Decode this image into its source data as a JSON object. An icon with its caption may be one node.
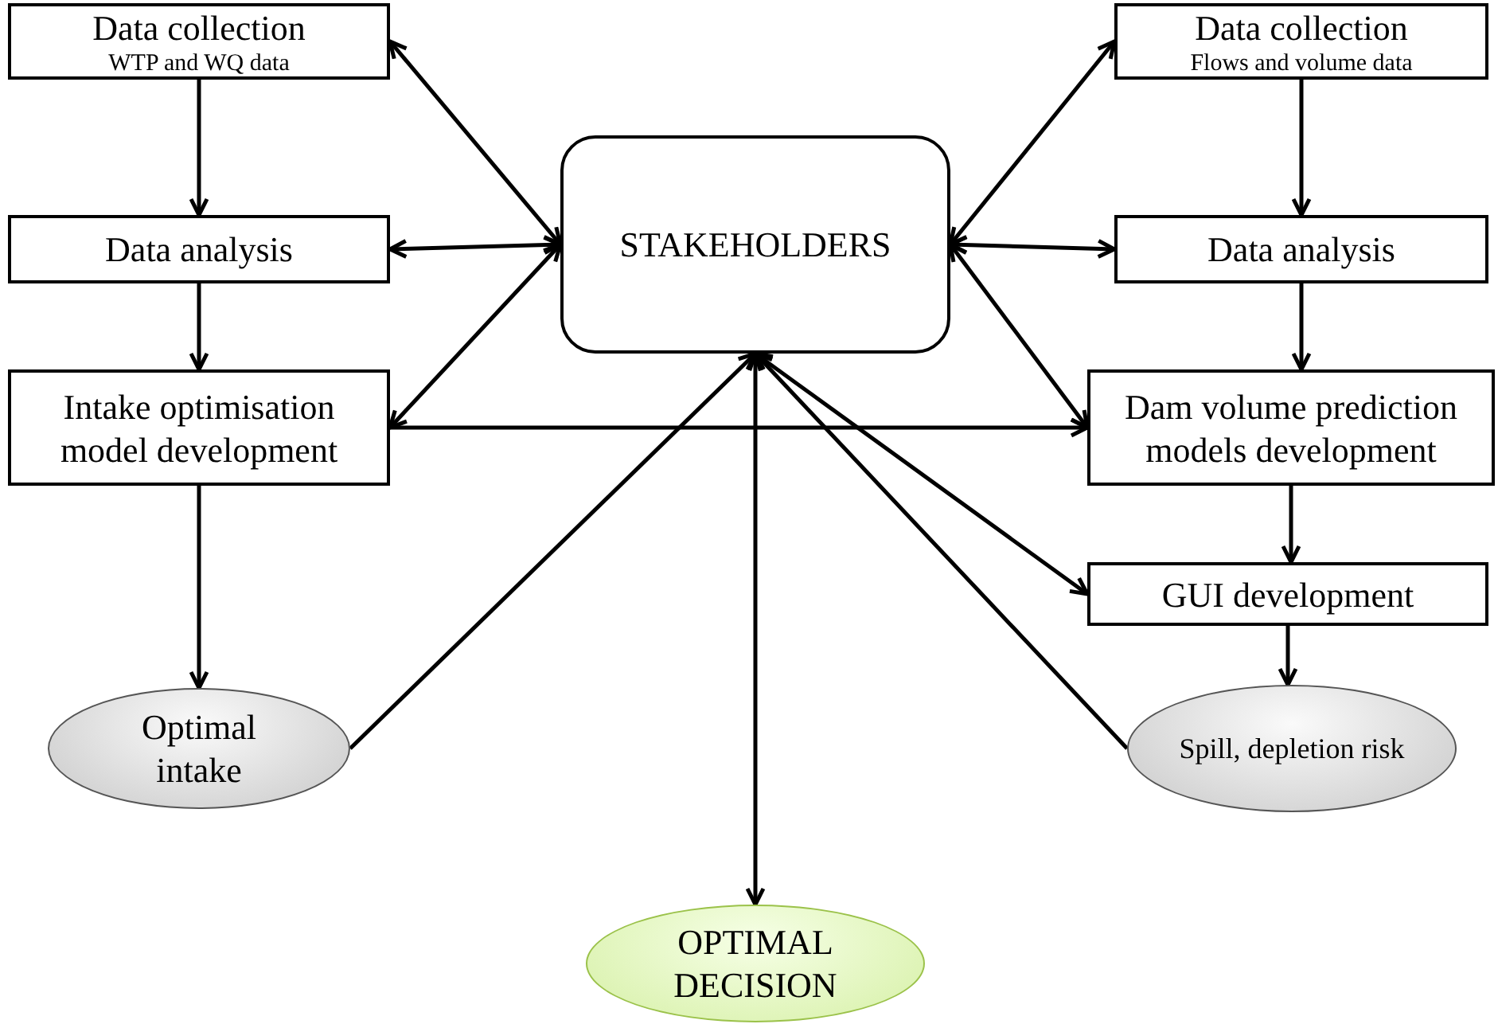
{
  "diagram": {
    "nodes": [
      {
        "text": [
          "Data collection",
          "WTP and WQ data"
        ]
      },
      {
        "text": [
          "Data analysis"
        ]
      },
      {
        "text": [
          "Intake optimisation model development"
        ]
      },
      {
        "text": [
          "STAKEHOLDERS"
        ]
      },
      {
        "text": [
          "Data collection",
          "Flows and volume data"
        ]
      },
      {
        "text": [
          "Data analysis"
        ]
      },
      {
        "text": [
          "Dam volume prediction models development"
        ]
      },
      {
        "text": [
          "GUI development"
        ]
      },
      {
        "text": [
          "Optimal intake"
        ]
      },
      {
        "text": [
          "Spill, depletion risk"
        ]
      },
      {
        "text": [
          "OPTIMAL DECISION"
        ]
      }
    ],
    "edges": [
      {
        "from": 0,
        "to": 1,
        "arrow": "to"
      },
      {
        "from": 1,
        "to": 2,
        "arrow": "to"
      },
      {
        "from": 2,
        "to": 8,
        "arrow": "to"
      },
      {
        "from": 3,
        "to": 0,
        "arrow": "both"
      },
      {
        "from": 3,
        "to": 1,
        "arrow": "both"
      },
      {
        "from": 3,
        "to": 2,
        "arrow": "both"
      },
      {
        "from": 2,
        "to": 6,
        "arrow": "to"
      },
      {
        "from": 3,
        "to": 4,
        "arrow": "both"
      },
      {
        "from": 3,
        "to": 5,
        "arrow": "both"
      },
      {
        "from": 3,
        "to": 6,
        "arrow": "both"
      },
      {
        "from": 3,
        "to": 7,
        "arrow": "both"
      },
      {
        "from": 4,
        "to": 5,
        "arrow": "to"
      },
      {
        "from": 5,
        "to": 6,
        "arrow": "to"
      },
      {
        "from": 6,
        "to": 7,
        "arrow": "to"
      },
      {
        "from": 7,
        "to": 9,
        "arrow": "to"
      },
      {
        "from": 8,
        "to": 3,
        "arrow": "to"
      },
      {
        "from": 9,
        "to": 3,
        "arrow": "to"
      },
      {
        "from": 3,
        "to": 10,
        "arrow": "both"
      }
    ]
  }
}
